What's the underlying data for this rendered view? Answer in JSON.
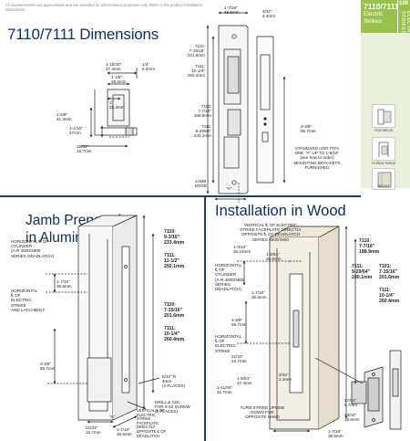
{
  "disclaimer": "All measurements are approximate and are provided for informational purposes only. Refer to the product installation instructions.",
  "sidebar": {
    "model": "7110/7111",
    "desc_line1": "Electric",
    "desc_line2": "Strikes",
    "page_number": "109",
    "tab_label": "ELECTRIC STRIKES",
    "options": [
      {
        "label": "Aluminium",
        "icon": "aluminium-frame-icon"
      },
      {
        "label": "Hollow Metal",
        "icon": "hollow-metal-frame-icon"
      },
      {
        "label": "Wood",
        "icon": "wood-frame-icon"
      }
    ],
    "accent_color": "#99c24b"
  },
  "sections": {
    "dimensions_title": "7110/7111 Dimensions",
    "jamb_title_line1": "Jamb Preparation",
    "jamb_title_line2": "in Aluminium",
    "wood_title": "Installation in Wood"
  },
  "dimensions": {
    "front": {
      "d1": "1-15/32\"",
      "d1m": "37.3mm",
      "d2": "1-1/8\"",
      "d2m": "28.6mm",
      "d3": "1/4\"",
      "d3m": "6.4mm",
      "d4": "1\"",
      "d4m": "25.4mm",
      "d5": "1-5/8\"",
      "d5m": "41.3mm",
      "d6": "1-1/16\"",
      "d6m": "27mm",
      "d7": "21/32\"",
      "d7m": "16.7mm"
    },
    "faceplate": {
      "top": "1-7/16\"",
      "topm": "36.5mm",
      "top2": "3/32\"",
      "top2m": "2.4mm",
      "h7110_label": "7110:",
      "h7110": "7-15/16\"",
      "h7110m": "201.6mm",
      "h7111_label": "7111:",
      "h7111": "10-1/4\"",
      "h7111m": "260.4mm",
      "c7110_label": "7110:",
      "c7110": "7-7/16\"",
      "c7110m": "188.9mm",
      "c7111_label": "7111:",
      "c7111": "9-29/64\"",
      "c7111m": "240.1mm",
      "mid": "3-3/8\"",
      "midm": "85.7mm",
      "note1": "STANDARD UNIT FITS",
      "note2": "DIM. \"A\" UP TO 1-5/16\"",
      "note3": "(see how to order)",
      "note4": "MOUNTING BRACKETS",
      "note5": "FURNISHED",
      "jamb_edge": "JAMB EDGE",
      "a_label": "\"A\""
    }
  },
  "jamb": {
    "horiz_cyl": [
      "HORIZONTAL ℄ OF",
      "CYLINDER",
      "(A-R 4500/4900",
      "SERIES DEADLATCH)"
    ],
    "d_1716": "1-7/16\"",
    "d_1716m": "36.5mm",
    "horiz_strike": [
      "HORIZONTAL",
      "℄ OF",
      "ELECTRIC",
      "STRIKE",
      "AND LATCHBOLT"
    ],
    "d_338": "3-3/8\"",
    "d_338m": "85.7mm",
    "d_2132": "21/32\"",
    "d_2132m": "16.7mm",
    "d_1716b": "1-7/16\"",
    "d_1716bm": "36.5mm",
    "h7110_label": "7110:",
    "h7110": "9-3/16\"",
    "h7110m": "233.4mm",
    "h7111_label": "7111:",
    "h7111": "11-1/2\"",
    "h7111m": "292.1mm",
    "c7110_label": "7110:",
    "c7110": "7-15/16\"",
    "c7110m": "201.6mm",
    "c7111_label": "7111:",
    "c7111": "10-1/4\"",
    "c7111m": "260.4mm",
    "r_label": "5/32\" R",
    "r_m": "4mm",
    "r_places": "(4 PLACES)",
    "drill": [
      "DRILL & CsK",
      "FOR 8-32 SCREW",
      "(2 PLACES)"
    ],
    "vert_cl": [
      "VERTICAL ℄ OF",
      "ELECTRIC",
      "STRIKE",
      "FACEPLATE",
      "DIRECTLY",
      "OPPOSITE ℄ OF",
      "DEADLATCH"
    ],
    "a_label": "\"A\""
  },
  "wood": {
    "vert_cl": [
      "VERTICAL ℄ OF ELECTRIC",
      "STRIKE FACEPLATE DIRECTLY",
      "OPPOSITE ℄ OF DEADLATCH",
      "SERIES 4500/4900"
    ],
    "d_1316": "1-3/16\"",
    "d_1316m": "30.23mm",
    "d_1364": "1-3/64\"",
    "d_1364m": "26.6mm",
    "horiz_cyl": [
      "HORIZONTAL",
      "℄ OF",
      "CYLINDER",
      "(A-R 4500/4900",
      "SERIES",
      "DEADLATCH)"
    ],
    "d_1716": "1-7/16\"",
    "d_1716m": "36.5mm",
    "d_338": "3-3/8\"",
    "d_338m": "85.7mm",
    "horiz_strike": [
      "HORIZONTAL",
      "℄ OF",
      "ELECTRIC STRIKE"
    ],
    "d_2132": "21/32\"",
    "d_2132m": "16.7mm",
    "d_1564": "1-5/64\"",
    "d_1564m": "27.4mm",
    "d_3332": "3/32\"",
    "d_3332m": "2.4mm",
    "d_1_4164": "1-41/64\"",
    "d_1_4164m": "41.7mm",
    "d_1764": "17/64\"",
    "d_1764m": "6.7mm",
    "d_2332": "23/32\"",
    "d_2332m": "18.6mm",
    "d_1716b": "1-7/16\"",
    "d_1716bm": "36.5mm",
    "turn": [
      "TURN STRIKE UPSIDE",
      "DOWN FOR",
      "OPPOSITE HAND"
    ],
    "h7110_label": "7110:",
    "h7110": "7-7/16\"",
    "h7110m": "188.9mm",
    "h7111_label": "7111:",
    "h7111": "9-29/64\"",
    "h7111m": "240.1mm",
    "c7101_label": "7101:",
    "c7101": "7-15/16\"",
    "c7101m": "201.6mm",
    "c7111_label": "7111:",
    "c7111": "10-1/4\"",
    "c7111m": "260.4mm"
  }
}
